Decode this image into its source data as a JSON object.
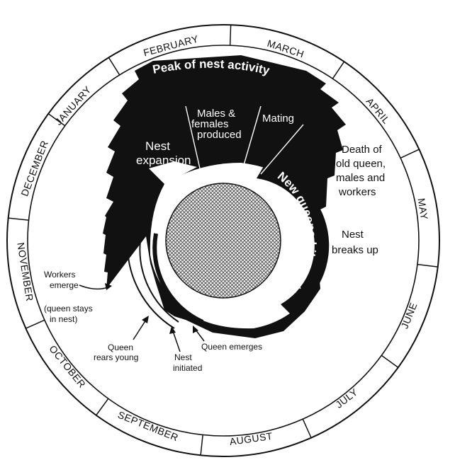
{
  "diagram": {
    "months": [
      "JANUARY",
      "FEBRUARY",
      "MARCH",
      "APRIL",
      "MAY",
      "JUNE",
      "JULY",
      "AUGUST",
      "SEPTEMBER",
      "OCTOBER",
      "NOVEMBER",
      "DECEMBER"
    ],
    "labels": {
      "peak": "Peak of nest activity",
      "males_l1": "Males &",
      "males_l2": "females",
      "males_l3": "produced",
      "mating": "Mating",
      "expansion_l1": "Nest",
      "expansion_l2": "expansion",
      "death_l1": "Death of",
      "death_l2": "old queen,",
      "death_l3": "males and",
      "death_l4": "workers",
      "breaks_l1": "Nest",
      "breaks_l2": "breaks up",
      "hibernate": "New queens hibernate",
      "workers_l1": "Workers",
      "workers_l2": "emerge",
      "workers_l3": "(queen stays",
      "workers_l4": "in nest)",
      "rears_l1": "Queen",
      "rears_l2": "rears young",
      "initiated_l1": "Nest",
      "initiated_l2": "initiated",
      "emerges": "Queen emerges"
    }
  }
}
